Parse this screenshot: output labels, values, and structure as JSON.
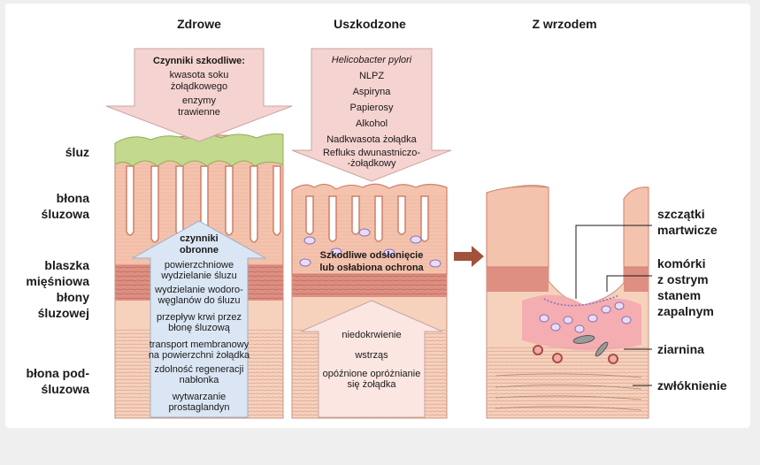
{
  "columns": {
    "healthy": "Zdrowe",
    "damaged": "Uszkodzone",
    "ulcer": "Z wrzodem"
  },
  "layers": {
    "mucus": "śluz",
    "mucosa": [
      "błona",
      "śluzowa"
    ],
    "muscularis_mucosae": [
      "blaszka",
      "mięśniowa",
      "błony",
      "śluzowej"
    ],
    "submucosa": [
      "błona pod-",
      "śluzowa"
    ]
  },
  "harmful_healthy": {
    "title": "Czynniki szkodliwe:",
    "lines": [
      "kwasota soku",
      "żołądkowego",
      "enzymy",
      "trawienne"
    ]
  },
  "harmful_damaged": {
    "lines": [
      "Helicobacter pylori",
      "NLPZ",
      "Aspiryna",
      "Papierosy",
      "Alkohol",
      "Nadkwasota żołądka",
      "Refluks dwunastniczo-",
      "-żołądkowy"
    ]
  },
  "defense": {
    "title": [
      "czynniki",
      "obronne"
    ],
    "items": [
      [
        "powierzchniowe",
        "wydzielanie śluzu"
      ],
      [
        "wydzielanie wodoro-",
        "węglanów do śluzu"
      ],
      [
        "przepływ krwi przez",
        "błonę śluzową"
      ],
      [
        "transport membranowy",
        "na powierzchni żołądka"
      ],
      [
        "zdolność regeneracji",
        "nabłonka"
      ],
      [
        "wytwarzanie",
        "prostaglandyn"
      ]
    ]
  },
  "damaged_note": [
    "Szkodliwe odsłonięcie",
    "lub osłabiona ochrona"
  ],
  "weakened_defense": {
    "items": [
      [
        "niedokrwienie"
      ],
      [
        "wstrząs"
      ],
      [
        "opóźnione opróżnianie",
        "się żołądka"
      ]
    ]
  },
  "ulcer_labels": {
    "necrotic": [
      "szczątki",
      "martwicze"
    ],
    "inflammatory": [
      "komórki",
      "z ostrym",
      "stanem",
      "zapalnym"
    ],
    "granulation": [
      "ziarnina"
    ],
    "fibrosis": [
      "zwłóknienie"
    ]
  },
  "colors": {
    "mucus": "#c3d98e",
    "mucosa": "#f4c3ae",
    "mucosa_edge": "#cf7f6a",
    "muscle": "#de8f82",
    "submucosa": "#f6d2bd",
    "harmful_arrow": "#f5d3d0",
    "defense_arrow": "#dbe6f4",
    "weak_arrow": "#fbe6e2",
    "inflamed": "#f3a7ae",
    "cell": "#b7a0d6",
    "transition_arrow": "#a0523b"
  }
}
